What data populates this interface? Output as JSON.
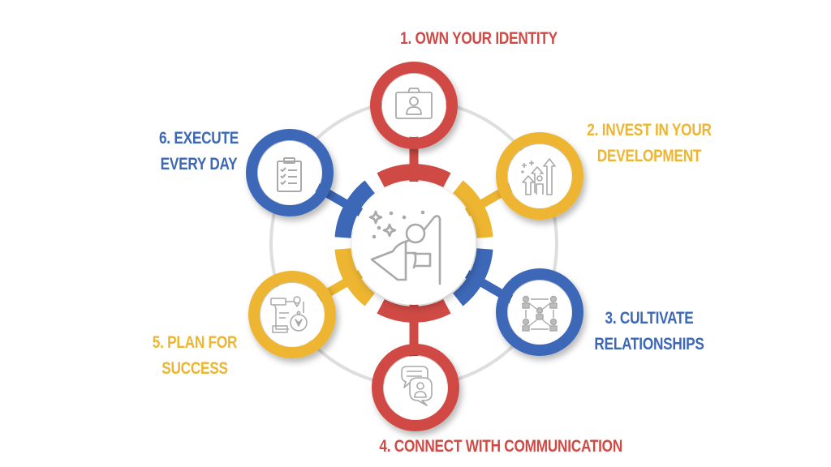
{
  "colors": {
    "red": "#D04A45",
    "yellow": "#EDB530",
    "blue": "#3D68B8",
    "ring_grey": "#DEDEDE",
    "icon_grey": "#A9A9A9",
    "background": "#FFFFFF"
  },
  "center": {
    "icon": "superhero-icon"
  },
  "steps": [
    {
      "number": "1",
      "lines": [
        "1. OWN YOUR IDENTITY"
      ],
      "color": "red",
      "icon": "id-badge-icon"
    },
    {
      "number": "2",
      "lines": [
        "2. INVEST IN YOUR",
        "DEVELOPMENT"
      ],
      "color": "yellow",
      "icon": "growth-arrows-icon"
    },
    {
      "number": "3",
      "lines": [
        "3. CULTIVATE",
        "RELATIONSHIPS"
      ],
      "color": "blue",
      "icon": "network-people-icon"
    },
    {
      "number": "4",
      "lines": [
        "4. CONNECT WITH COMMUNICATION"
      ],
      "color": "red",
      "icon": "chat-bubbles-icon"
    },
    {
      "number": "5",
      "lines": [
        "5. PLAN FOR",
        "SUCCESS"
      ],
      "color": "yellow",
      "icon": "plan-compass-icon"
    },
    {
      "number": "6",
      "lines": [
        "6. EXECUTE",
        "EVERY DAY"
      ],
      "color": "blue",
      "icon": "checklist-clipboard-icon"
    }
  ]
}
